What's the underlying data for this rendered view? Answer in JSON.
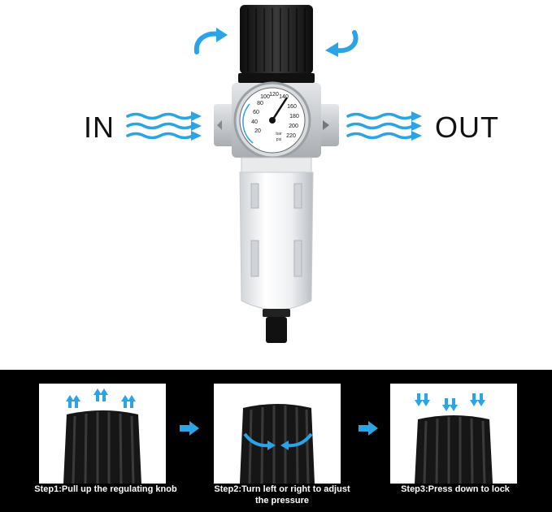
{
  "flow": {
    "in_label": "IN",
    "out_label": "OUT"
  },
  "gauge": {
    "ticks": [
      "20",
      "40",
      "60",
      "80",
      "100",
      "120",
      "140",
      "160",
      "180",
      "200",
      "220"
    ],
    "unit_top": "bar",
    "unit_bottom": "psi"
  },
  "steps": [
    {
      "caption": "Step1:Pull up the regulating knob"
    },
    {
      "caption_line1": "Step2:Turn left or right to adjust",
      "caption_line2": "the pressure"
    },
    {
      "caption": "Step3:Press down to lock"
    }
  ],
  "colors": {
    "accent": "#2aa4e6",
    "background_bottom": "#000000",
    "knob": "#1a1a1a"
  },
  "icons": [
    "rotate-left-arrow-icon",
    "rotate-right-arrow-icon",
    "flow-waves-icon",
    "arrow-up-icon",
    "arrow-down-icon",
    "arrow-right-icon"
  ]
}
